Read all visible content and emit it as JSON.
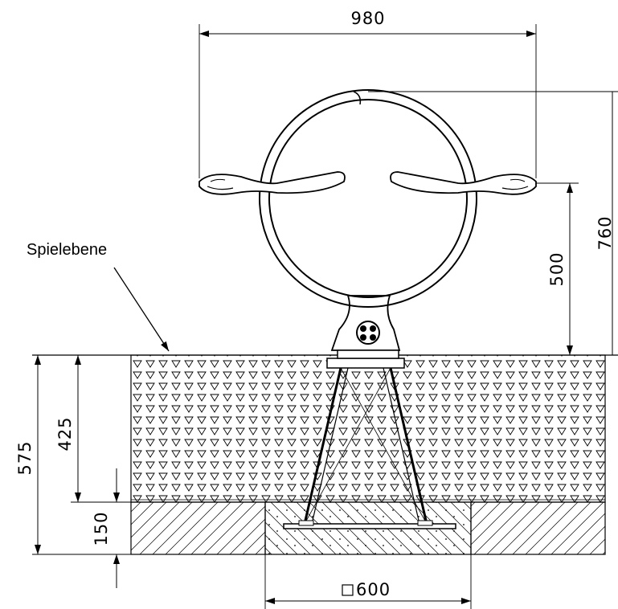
{
  "dimensions": {
    "overall_width": "980",
    "height_total": "760",
    "seat_height": "500",
    "foundation_total": "575",
    "foundation_upper": "425",
    "foundation_lower": "150",
    "base_size": "600"
  },
  "labels": {
    "play_level": "Spielebene"
  },
  "colors": {
    "line": "#000000",
    "background": "#ffffff"
  }
}
